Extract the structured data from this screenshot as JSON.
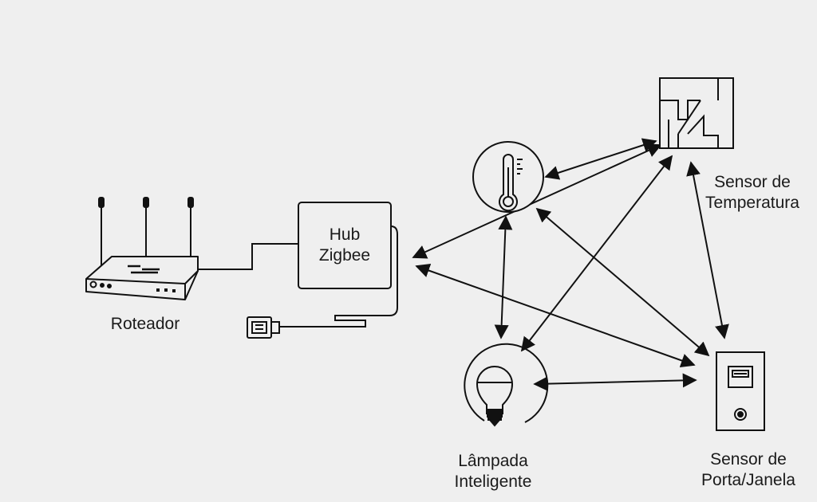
{
  "diagram": {
    "nodes": {
      "router": {
        "label": "Roteador",
        "icon": "router-icon"
      },
      "hub": {
        "label_line1": "Hub",
        "label_line2": "Zigbee",
        "icon": "hub-icon"
      },
      "thermometer": {
        "icon": "thermometer-icon"
      },
      "temp_sensor": {
        "label_line1": "Sensor de",
        "label_line2": "Temperatura",
        "icon": "temperature-sensor-icon"
      },
      "lamp": {
        "label_line1": "Lâmpada",
        "label_line2": "Inteligente",
        "icon": "lightbulb-icon"
      },
      "door_sensor": {
        "label_line1": "Sensor de",
        "label_line2": "Porta/Janela",
        "icon": "door-window-sensor-icon"
      },
      "power_plug": {
        "icon": "power-plug-icon"
      }
    },
    "connections": [
      {
        "from": "router",
        "to": "hub",
        "type": "cable"
      },
      {
        "from": "hub",
        "to": "power_plug",
        "type": "cable"
      },
      {
        "from": "hub",
        "to": "temp_sensor",
        "type": "wireless"
      },
      {
        "from": "hub",
        "to": "door_sensor",
        "type": "wireless"
      },
      {
        "from": "thermometer",
        "to": "temp_sensor",
        "type": "wireless"
      },
      {
        "from": "thermometer",
        "to": "lamp",
        "type": "wireless"
      },
      {
        "from": "thermometer",
        "to": "door_sensor",
        "type": "wireless"
      },
      {
        "from": "temp_sensor",
        "to": "door_sensor",
        "type": "wireless"
      },
      {
        "from": "temp_sensor",
        "to": "lamp",
        "type": "wireless"
      },
      {
        "from": "lamp",
        "to": "door_sensor",
        "type": "wireless"
      }
    ]
  }
}
